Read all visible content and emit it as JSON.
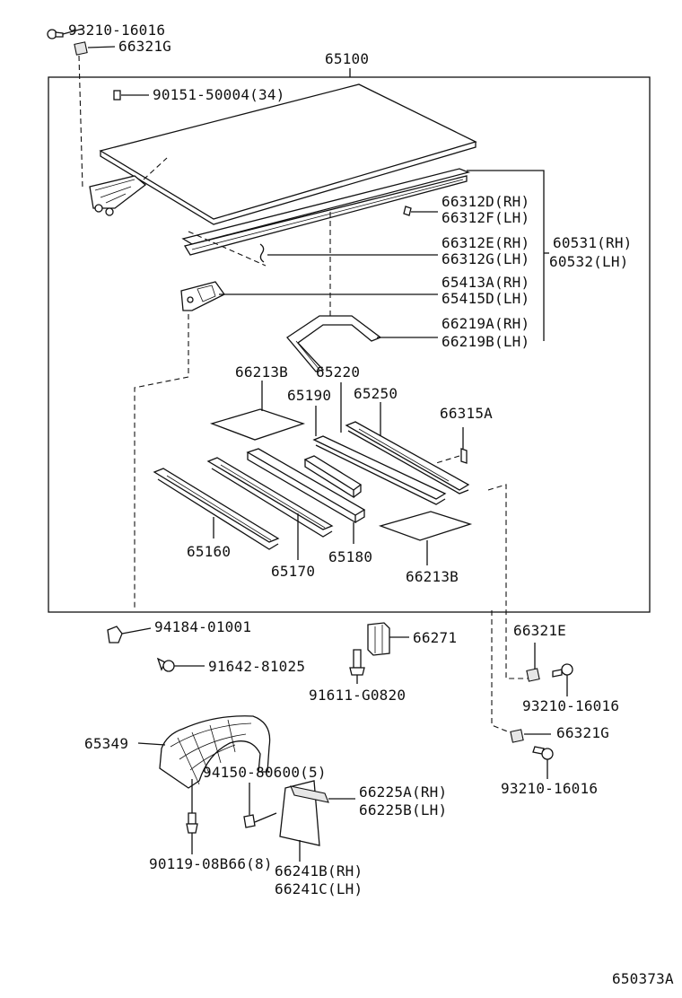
{
  "diagram_code": "650373A",
  "labels": {
    "p93210_16016_a": "93210-16016",
    "p66321G_a": "66321G",
    "p65100": "65100",
    "p90151": "90151-50004(34)",
    "p66312D": "66312D(RH)",
    "p66312F": "66312F(LH)",
    "p66312E": "66312E(RH)",
    "p66312G": "66312G(LH)",
    "p60531": "60531(RH)",
    "p60532": "60532(LH)",
    "p65413A": "65413A(RH)",
    "p65415D": "65415D(LH)",
    "p66219A": "66219A(RH)",
    "p66219B": "66219B(LH)",
    "p66213B_a": "66213B",
    "p65220": "65220",
    "p65190": "65190",
    "p65250": "65250",
    "p66315A": "66315A",
    "p65160": "65160",
    "p65170": "65170",
    "p65180": "65180",
    "p66213B_b": "66213B",
    "p94184": "94184-01001",
    "p66271": "66271",
    "p66321E": "66321E",
    "p91642": "91642-81025",
    "p91611": "91611-G0820",
    "p93210_16016_b": "93210-16016",
    "p66321G_b": "66321G",
    "p65349": "65349",
    "p94150": "94150-80600(5)",
    "p66225A": "66225A(RH)",
    "p66225B": "66225B(LH)",
    "p93210_16016_c": "93210-16016",
    "p90119": "90119-08B66(8)",
    "p66241B": "66241B(RH)",
    "p66241C": "66241C(LH)"
  }
}
